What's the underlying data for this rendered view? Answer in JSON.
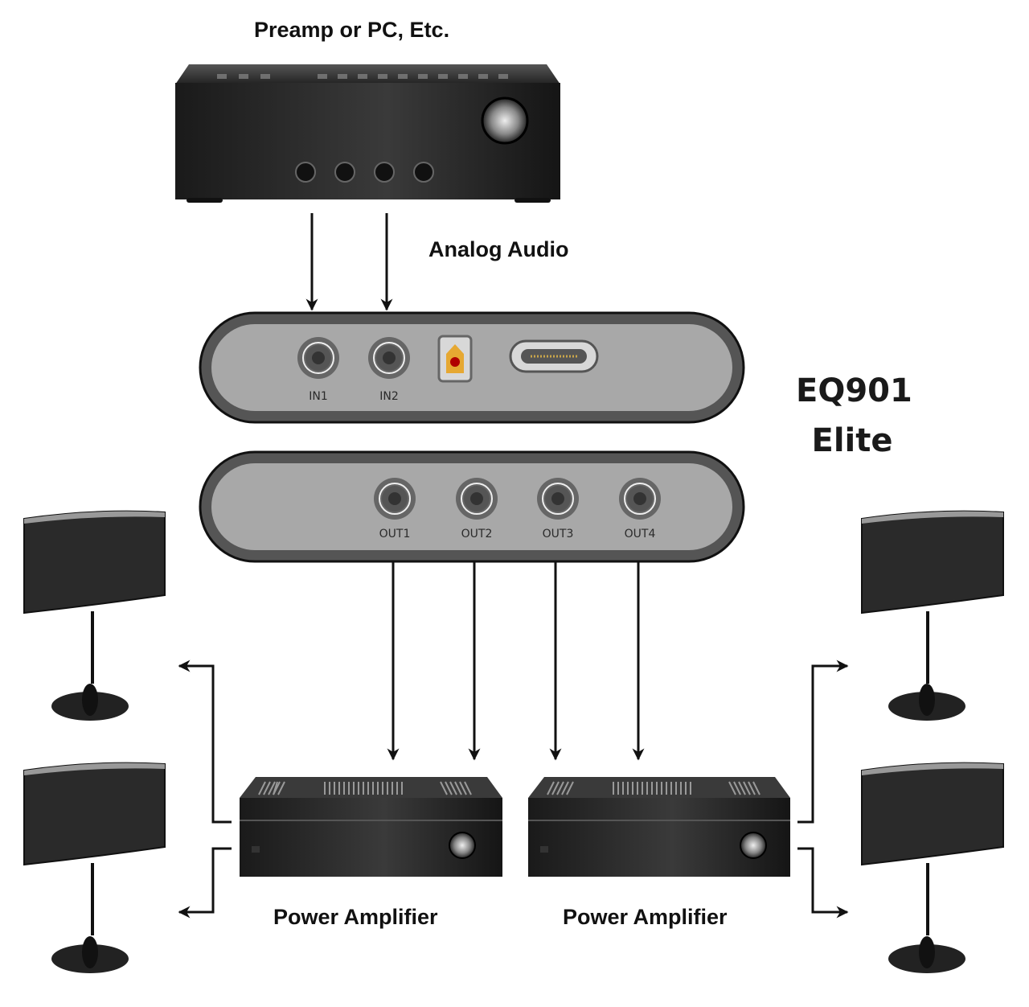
{
  "diagram": {
    "title": "EQ901 Elite connection diagram",
    "labels": {
      "source": "Preamp or PC, Etc.",
      "signal": "Analog Audio",
      "device_line1": "EQ901",
      "device_line2": "Elite",
      "amp_left": "Power Amplifier",
      "amp_right": "Power Amplifier"
    },
    "input_panel": {
      "ports": [
        "IN1",
        "IN2"
      ],
      "extra_connectors": [
        "optical-toslink-port",
        "micro-usb-port"
      ]
    },
    "output_panel": {
      "ports": [
        "OUT1",
        "OUT2",
        "OUT3",
        "OUT4"
      ]
    },
    "connections": [
      {
        "from": "Preamp or PC, Etc.",
        "to": "IN1"
      },
      {
        "from": "Preamp or PC, Etc.",
        "to": "IN2"
      },
      {
        "from": "OUT1",
        "to": "Power Amplifier (left)"
      },
      {
        "from": "OUT2",
        "to": "Power Amplifier (left)"
      },
      {
        "from": "OUT3",
        "to": "Power Amplifier (right)"
      },
      {
        "from": "OUT4",
        "to": "Power Amplifier (right)"
      },
      {
        "from": "Power Amplifier (left)",
        "to": "Speaker top-left"
      },
      {
        "from": "Power Amplifier (left)",
        "to": "Speaker bottom-left"
      },
      {
        "from": "Power Amplifier (right)",
        "to": "Speaker top-right"
      },
      {
        "from": "Power Amplifier (right)",
        "to": "Speaker bottom-right"
      }
    ],
    "speakers": [
      "top-left",
      "bottom-left",
      "top-right",
      "bottom-right"
    ]
  }
}
